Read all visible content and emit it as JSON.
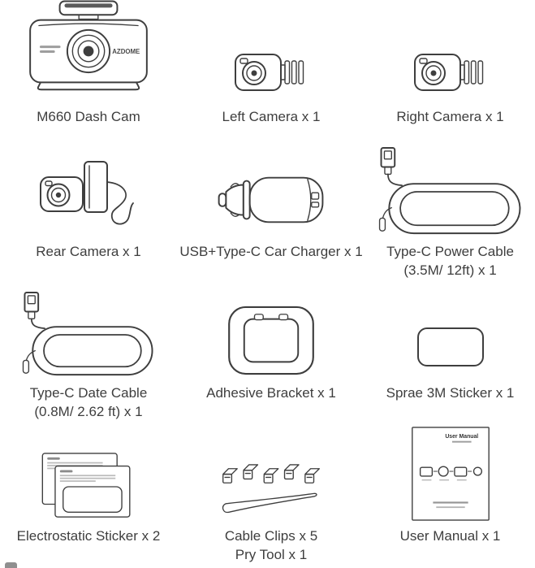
{
  "page": {
    "background": "#ffffff",
    "ink": "#3e3e3e"
  },
  "items": [
    {
      "label": "M660 Dash Cam"
    },
    {
      "label": "Left Camera x 1"
    },
    {
      "label": "Right Camera x 1"
    },
    {
      "label": "Rear Camera x 1"
    },
    {
      "label": "USB+Type-C Car Charger x 1"
    },
    {
      "label": "Type-C Power Cable",
      "label2": "(3.5M/ 12ft) x 1"
    },
    {
      "label": "Type-C Date Cable",
      "label2": "(0.8M/ 2.62 ft) x 1"
    },
    {
      "label": "Adhesive Bracket x 1"
    },
    {
      "label": "Sprae 3M Sticker x 1"
    },
    {
      "label": "Electrostatic Sticker x 2"
    },
    {
      "label": "Cable Clips x 5",
      "label2": "Pry Tool x 1"
    },
    {
      "label": "User Manual x 1"
    }
  ],
  "illustrations": {
    "dashcam_brand": "AZDOME",
    "manual_title": "User Manual"
  }
}
